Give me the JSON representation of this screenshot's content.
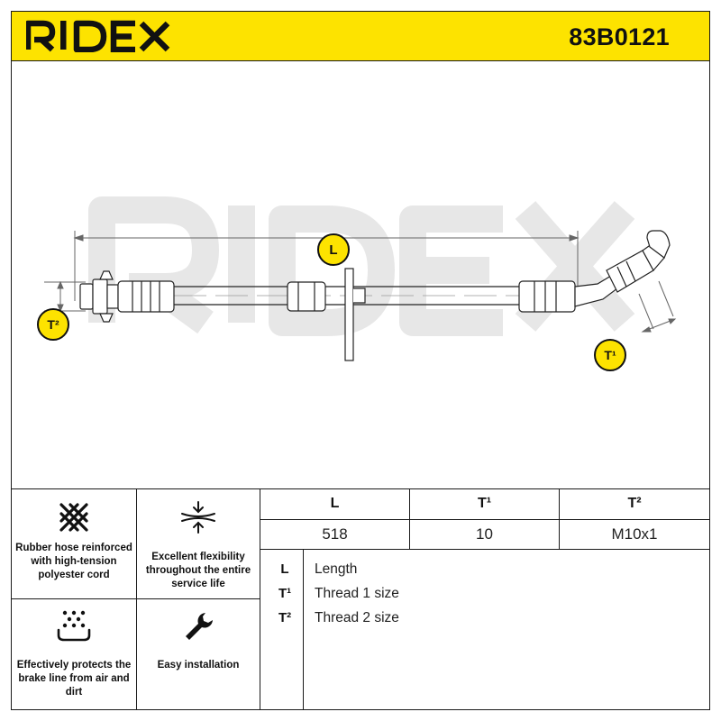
{
  "header": {
    "brand": "RIDEX",
    "part_number": "83B0121",
    "accent_color": "#fde300"
  },
  "diagram": {
    "watermark": "RIDEX",
    "labels": {
      "length": "L",
      "thread1": "T¹",
      "thread2": "T²"
    }
  },
  "features": [
    {
      "icon": "braided-mesh-icon",
      "text": "Rubber hose reinforced with high-tension polyester cord"
    },
    {
      "icon": "flex-arrows-icon",
      "text": "Excellent flexibility throughout the entire service life"
    },
    {
      "icon": "protection-dots-icon",
      "text": "Effectively protects the brake line from air and dirt"
    },
    {
      "icon": "wrench-icon",
      "text": "Easy installation"
    }
  ],
  "spec_table": {
    "headers": [
      "L",
      "T¹",
      "T²"
    ],
    "values": [
      "518",
      "10",
      "M10x1"
    ]
  },
  "legend": [
    {
      "key": "L",
      "value": "Length"
    },
    {
      "key": "T¹",
      "value": "Thread 1 size"
    },
    {
      "key": "T²",
      "value": "Thread 2 size"
    }
  ]
}
